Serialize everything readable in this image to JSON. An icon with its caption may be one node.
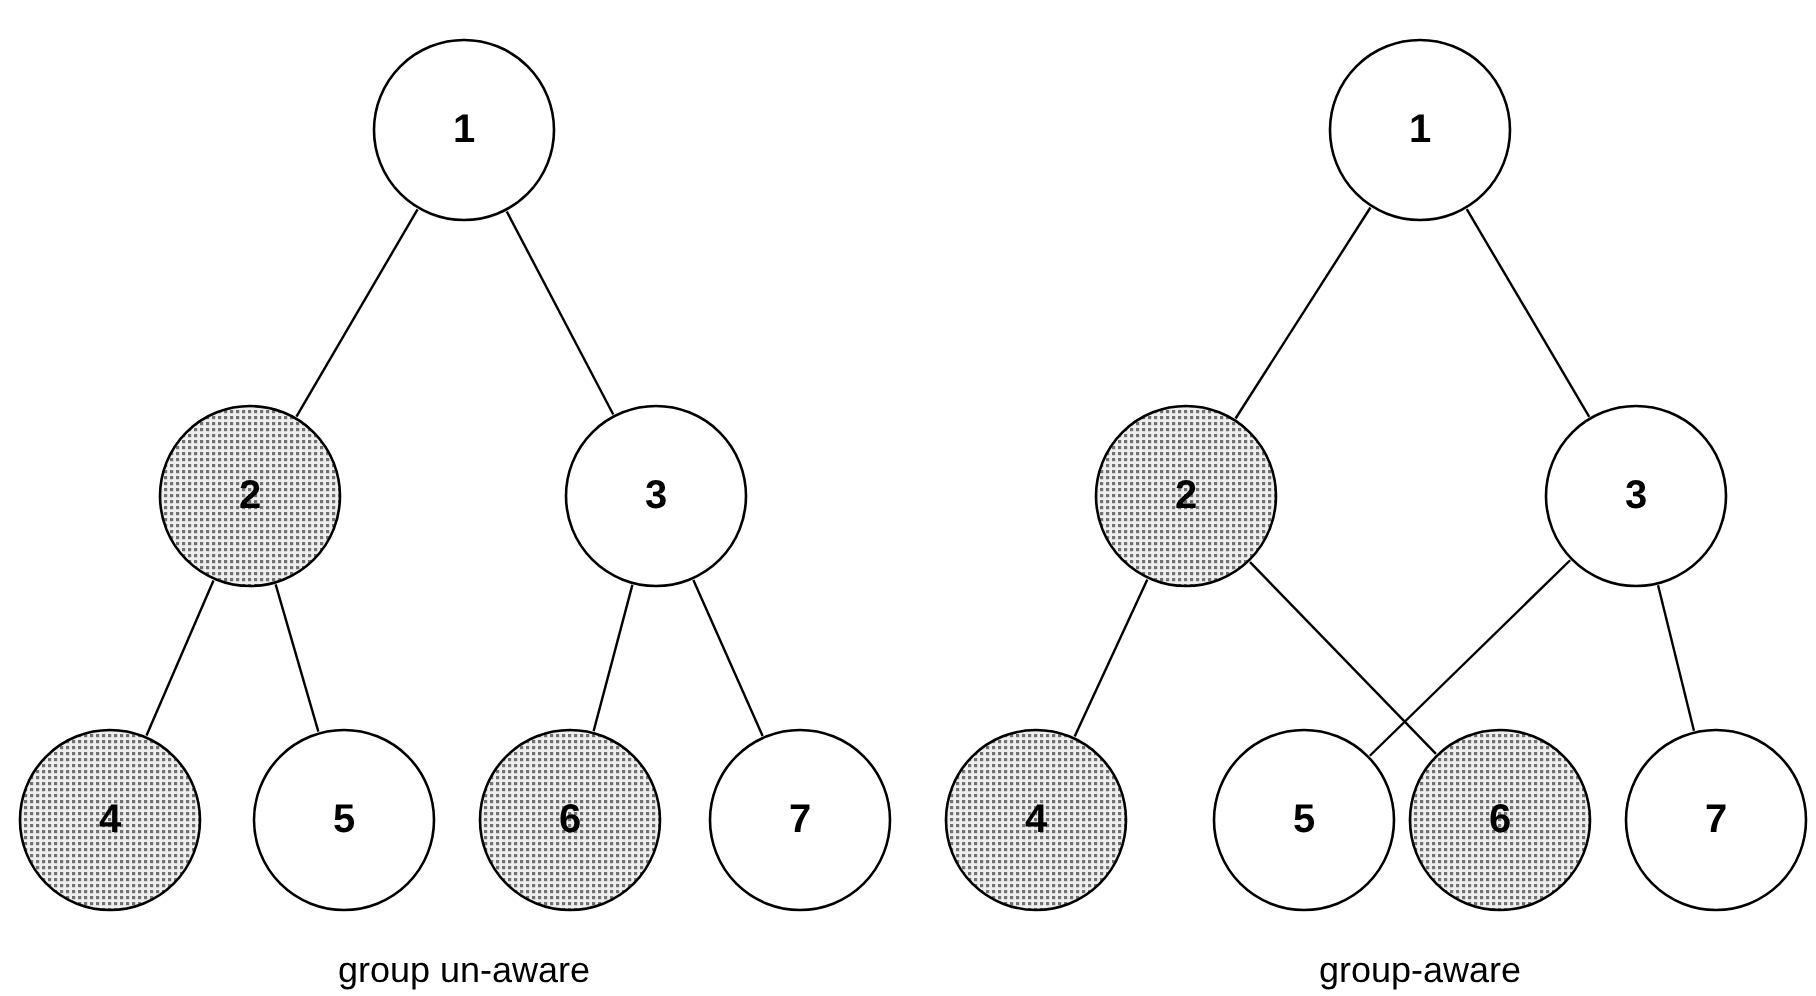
{
  "diagram": {
    "nodes": [
      {
        "text": [
          "1"
        ]
      },
      {
        "text": [
          "2"
        ]
      },
      {
        "text": [
          "3"
        ]
      },
      {
        "text": [
          "4"
        ]
      },
      {
        "text": [
          "5"
        ]
      },
      {
        "text": [
          "6"
        ]
      },
      {
        "text": [
          "7"
        ]
      },
      {
        "text": [
          "1"
        ]
      },
      {
        "text": [
          "2"
        ]
      },
      {
        "text": [
          "3"
        ]
      },
      {
        "text": [
          "4"
        ]
      },
      {
        "text": [
          "5"
        ]
      },
      {
        "text": [
          "6"
        ]
      },
      {
        "text": [
          "7"
        ]
      }
    ],
    "edges": [
      {
        "from": 0,
        "to": 1,
        "arrow": "none"
      },
      {
        "from": 0,
        "to": 2,
        "arrow": "none"
      },
      {
        "from": 1,
        "to": 3,
        "arrow": "none"
      },
      {
        "from": 1,
        "to": 4,
        "arrow": "none"
      },
      {
        "from": 2,
        "to": 5,
        "arrow": "none"
      },
      {
        "from": 2,
        "to": 6,
        "arrow": "none"
      },
      {
        "from": 7,
        "to": 8,
        "arrow": "none"
      },
      {
        "from": 7,
        "to": 9,
        "arrow": "none"
      },
      {
        "from": 8,
        "to": 10,
        "arrow": "none"
      },
      {
        "from": 8,
        "to": 12,
        "arrow": "none"
      },
      {
        "from": 9,
        "to": 11,
        "arrow": "none"
      },
      {
        "from": 9,
        "to": 13,
        "arrow": "none"
      }
    ],
    "labels": [
      "group un-aware",
      "group-aware"
    ]
  }
}
